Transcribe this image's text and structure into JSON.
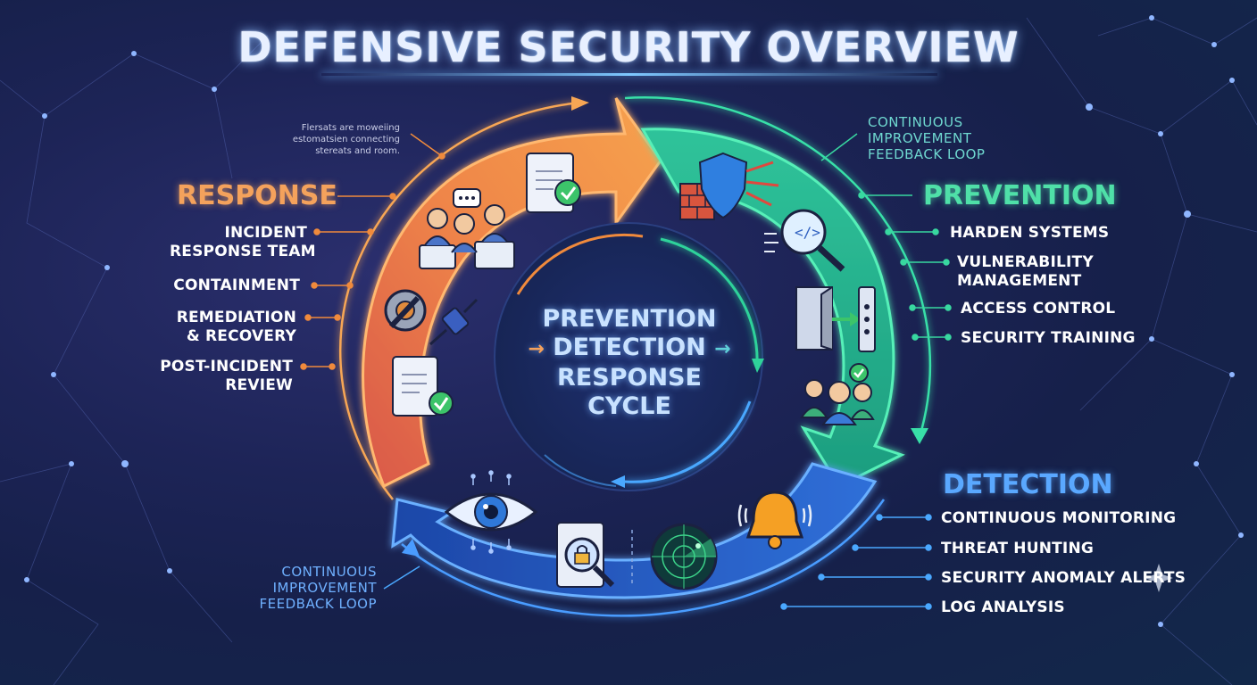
{
  "title": "DEFENSIVE SECURITY OVERVIEW",
  "note": "Flersats are moweiing estomatsien connecting stereats and room.",
  "center": {
    "line1": "PREVENTION",
    "line2": "DETECTION",
    "line3": "RESPONSE",
    "line4": "CYCLE",
    "arrow_left": "→",
    "arrow_right": "→"
  },
  "response": {
    "title": "RESPONSE",
    "items": [
      "INCIDENT",
      "RESPONSE TEAM",
      "CONTAINMENT",
      "REMEDIATION",
      "& RECOVERY",
      "POST-INCIDENT",
      "REVIEW"
    ]
  },
  "prevention": {
    "title": "PREVENTION",
    "items": [
      "HARDEN SYSTEMS",
      "VULNERABILITY",
      "MANAGEMENT",
      "ACCESS CONTROL",
      "SECURITY TRAINING"
    ]
  },
  "detection": {
    "title": "DETECTION",
    "items": [
      "CONTINUOUS MONITORING",
      "THREAT HUNTING",
      "SECURITY ANOMALY ALERTS",
      "LOG ANALYSIS"
    ]
  },
  "feedback_top": [
    "CONTINUOUS",
    "IMPROVEMENT",
    "FEEDBACK LOOP"
  ],
  "feedback_bottom": [
    "CONTINUOUS",
    "IMPROVEMENT",
    "FEEDBACK LOOP"
  ],
  "colors": {
    "response": "#f08a3c",
    "prevention": "#2fd29a",
    "detection": "#3b8cf0",
    "response_title": "#f4a25c",
    "prevention_title": "#4fe0a8",
    "detection_title": "#5aa8ff"
  },
  "icons": [
    "support-team-icon",
    "chat-bubble-icon",
    "document-check-icon",
    "gear-wrench-icon",
    "plug-icon",
    "firewall-icon",
    "shield-icon",
    "code-search-icon",
    "door-access-icon",
    "people-check-icon",
    "eye-circuit-icon",
    "file-lock-search-icon",
    "radar-icon",
    "bell-alert-icon"
  ]
}
